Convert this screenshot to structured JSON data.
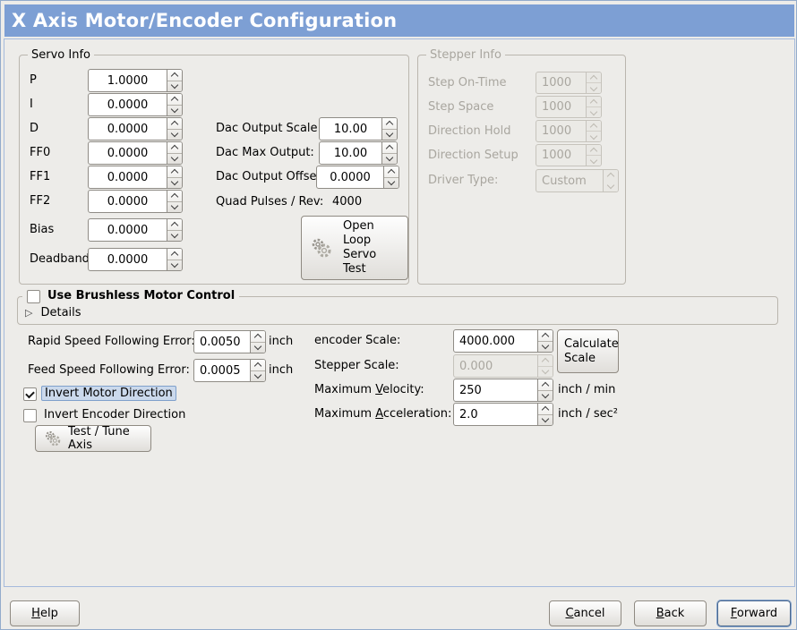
{
  "header": {
    "title": "X Axis Motor/Encoder Configuration"
  },
  "colors": {
    "header_bg": "#7D9FD4",
    "panel_bg": "#EDECE9",
    "focus_highlight": "#CBD9EC",
    "disabled_text": "#A9A69F"
  },
  "servo_frame": {
    "legend": "Servo Info",
    "rows": [
      {
        "label": "P",
        "value": "1.0000"
      },
      {
        "label": "I",
        "value": "0.0000"
      },
      {
        "label": "D",
        "value": "0.0000"
      },
      {
        "label": "FF0",
        "value": "0.0000"
      },
      {
        "label": "FF1",
        "value": "0.0000"
      },
      {
        "label": "FF2",
        "value": "0.0000"
      },
      {
        "label": "Bias",
        "value": "0.0000"
      },
      {
        "label": "Deadband",
        "value": "0.0000"
      }
    ],
    "dac": {
      "scale_label": "Dac Output Scale:",
      "scale_value": "10.00",
      "max_label": "Dac Max Output:",
      "max_value": "10.00",
      "offset_label": "Dac Output Offset:",
      "offset_value": "0.0000",
      "quad_label": "Quad Pulses / Rev:",
      "quad_value": "4000"
    },
    "open_loop_button": {
      "label": "Open\nLoop\nServo\nTest",
      "icon": "gears-icon"
    }
  },
  "stepper_frame": {
    "legend": "Stepper Info",
    "rows": [
      {
        "label": "Step On-Time",
        "value": "1000"
      },
      {
        "label": "Step Space",
        "value": "1000"
      },
      {
        "label": "Direction Hold",
        "value": "1000"
      },
      {
        "label": "Direction Setup",
        "value": "1000"
      }
    ],
    "driver_type_label": "Driver Type:",
    "driver_type_value": "Custom"
  },
  "brushless": {
    "checkbox_label": "Use Brushless Motor Control",
    "checked": false,
    "details_arrow": "▷",
    "details_label": "Details"
  },
  "following_error": {
    "rapid_label": "Rapid Speed Following Error:",
    "rapid_value": "0.0050",
    "rapid_unit": "inch",
    "feed_label": "Feed Speed Following Error:",
    "feed_value": "0.0005",
    "feed_unit": "inch"
  },
  "invert": {
    "motor_label": "Invert Motor Direction",
    "motor_checked": true,
    "encoder_label": "Invert Encoder Direction",
    "encoder_checked": false
  },
  "test_tune_button": {
    "label": "Test / Tune Axis",
    "icon": "gears-icon"
  },
  "scales": {
    "encoder_label": "encoder Scale:",
    "encoder_value": "4000.000",
    "calculate_button": "Calculate\nScale",
    "stepper_label": "Stepper Scale:",
    "stepper_value": "0.000",
    "velocity_label": {
      "pre": "Maximum ",
      "u": "V",
      "post": "elocity:"
    },
    "velocity_value": "250",
    "velocity_unit": "inch / min",
    "accel_label": {
      "pre": "Maximum ",
      "u": "A",
      "post": "cceleration:"
    },
    "accel_value": "2.0",
    "accel_unit": "inch / sec²"
  },
  "footer": {
    "help": {
      "u": "H",
      "post": "elp"
    },
    "cancel": {
      "u": "C",
      "post": "ancel"
    },
    "back": {
      "u": "B",
      "post": "ack"
    },
    "forward": {
      "u": "F",
      "post": "orward"
    }
  }
}
